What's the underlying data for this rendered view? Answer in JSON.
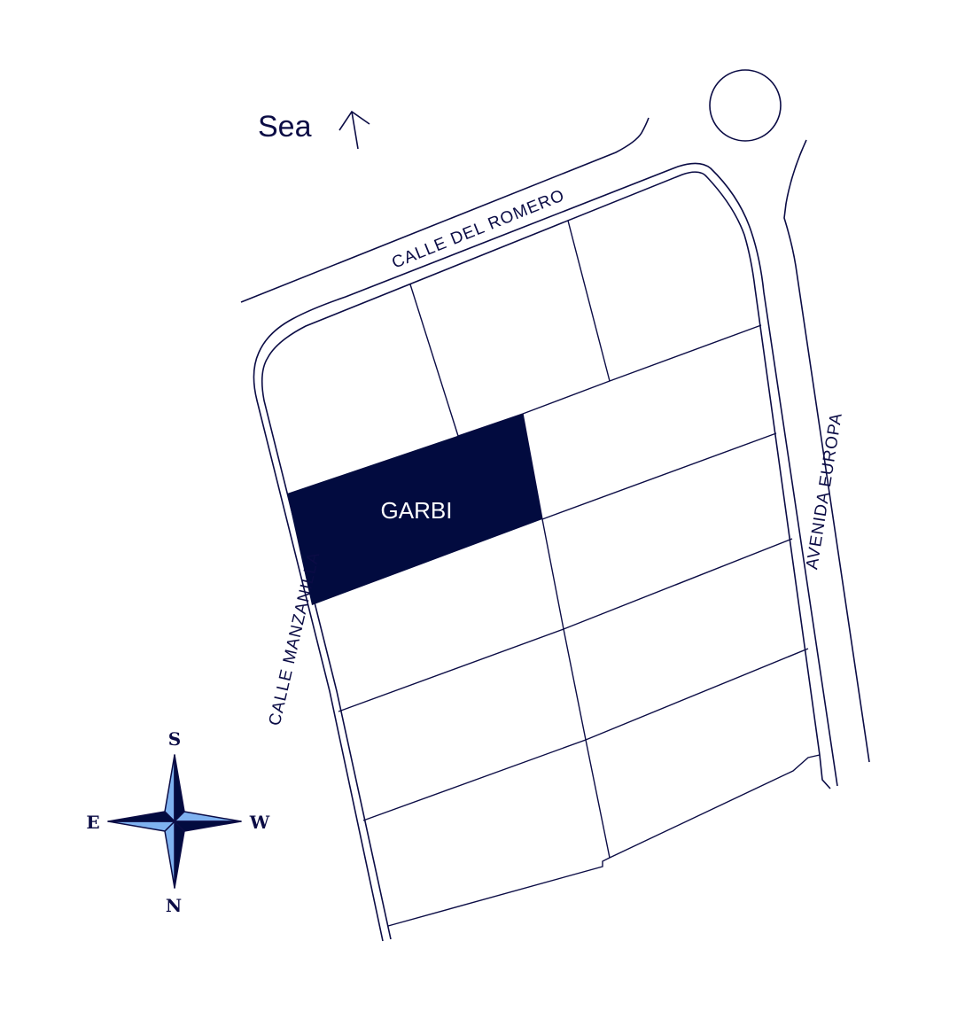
{
  "map": {
    "sea_label": "Sea",
    "streets": {
      "north": "CALLE DEL ROMERO",
      "west": "CALLE MANZANILLA",
      "east": "AVENIDA EUROPA"
    },
    "highlighted_plot": "GARBI",
    "compass": {
      "top": "S",
      "left": "E",
      "right": "W",
      "bottom": "N"
    },
    "colors": {
      "ink": "#0b0c45",
      "highlight": "#020b3f",
      "compass_light": "#7fb2f0"
    }
  }
}
